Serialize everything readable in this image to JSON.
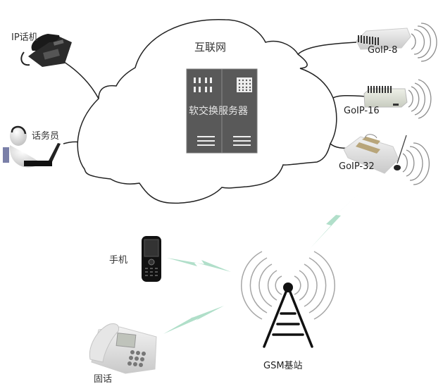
{
  "diagram": {
    "type": "network-topology",
    "cloud": {
      "label": "互联网"
    },
    "server": {
      "label": "软交换服务器",
      "color": "#595959"
    },
    "nodes": {
      "ip_phone": {
        "label": "IP话机"
      },
      "operator": {
        "label": "话务员"
      },
      "goip8": {
        "label": "GoIP-8"
      },
      "goip16": {
        "label": "GoIP-16"
      },
      "goip32": {
        "label": "GoIP-32"
      },
      "mobile": {
        "label": "手机"
      },
      "landline": {
        "label": "固话"
      },
      "gsm_station": {
        "label": "GSM基站"
      }
    },
    "edges": [
      {
        "from": "ip_phone",
        "to": "cloud",
        "type": "wired"
      },
      {
        "from": "operator",
        "to": "cloud",
        "type": "wired"
      },
      {
        "from": "cloud",
        "to": "goip8",
        "type": "wired"
      },
      {
        "from": "cloud",
        "to": "goip16",
        "type": "wired"
      },
      {
        "from": "cloud",
        "to": "goip32",
        "type": "wired"
      },
      {
        "from": "goip32",
        "to": "gsm_station",
        "type": "wireless"
      },
      {
        "from": "mobile",
        "to": "gsm_station",
        "type": "wireless"
      },
      {
        "from": "landline",
        "to": "gsm_station",
        "type": "wireless"
      }
    ],
    "colors": {
      "line": "#222222",
      "wireless": "#a8dcc4",
      "wave": "#9a9a9a"
    }
  }
}
